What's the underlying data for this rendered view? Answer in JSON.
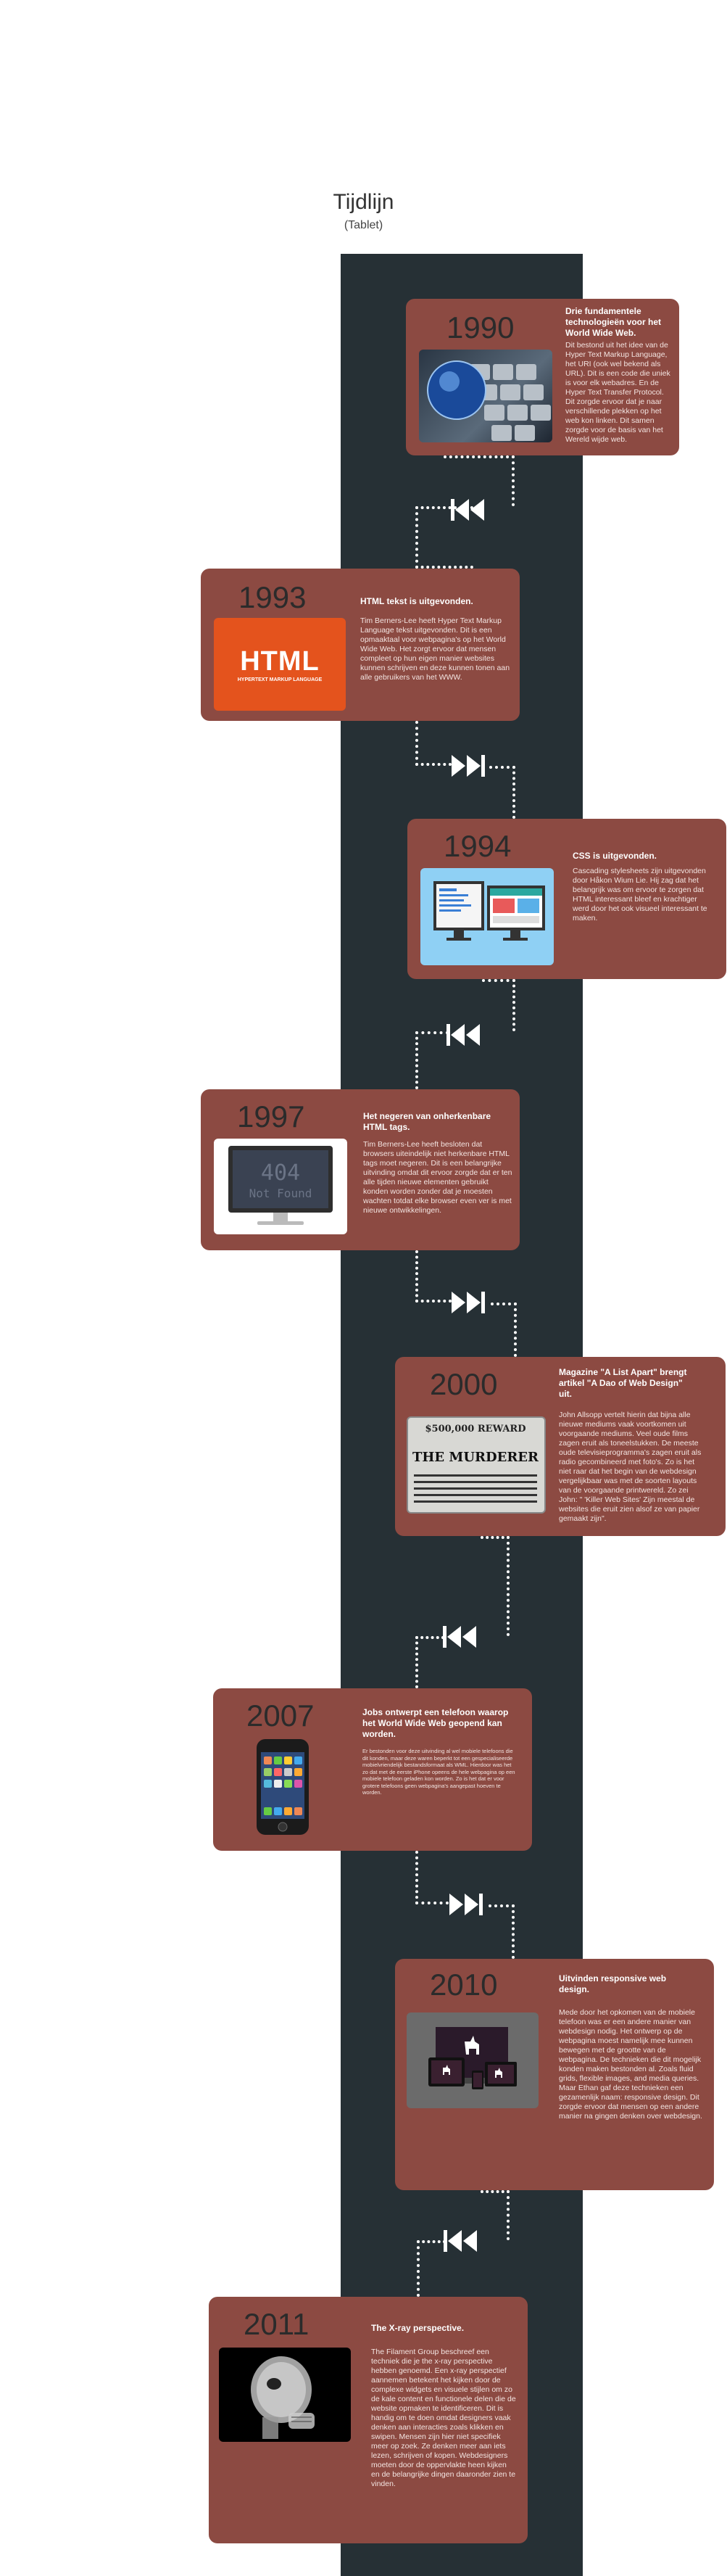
{
  "page": {
    "title": "Tijdlijn",
    "subtitle": "(Tablet)"
  },
  "colors": {
    "background": "#ffffff",
    "spine": "#263035",
    "card": "#8c4a42",
    "year_text": "#2b2b2b",
    "card_text": "#ffffff"
  },
  "events": [
    {
      "year": "1990",
      "heading": "Drie fundamentele technologieën voor het World Wide Web.",
      "body": "Dit bestond uit het idee van de Hyper Text Markup Language, het URI (ook wel bekend als URL). Dit is een code die uniek is voor elk webadres. En de Hyper Text Transfer Protocol. Dit zorgde ervoor dat je naar verschillende plekken op het web kon linken. Dit samen zorgde voor de basis van het Wereld wijde web.",
      "image": "keyboard-globe"
    },
    {
      "year": "1993",
      "heading": "HTML tekst is uitgevonden.",
      "body": "Tim Berners-Lee heeft Hyper Text Markup Language tekst uitgevonden. Dit is een opmaaktaal voor webpagina's op het World Wide Web. Het zorgt ervoor dat mensen compleet op hun eigen manier websites kunnen schrijven en deze kunnen tonen aan alle gebruikers van het WWW.",
      "image": "html-logo",
      "image_text": "HTML",
      "image_subtext": "HYPERTEXT MARKUP LANGUAGE"
    },
    {
      "year": "1994",
      "heading": "CSS is uitgevonden.",
      "body": "Cascading stylesheets zijn uitgevonden door Håkon Wium Lie. Hij zag dat het belangrijk was om ervoor te zorgen dat HTML interessant bleef en krachtiger werd door het ook visueel interessant te maken.",
      "image": "css-screens"
    },
    {
      "year": "1997",
      "heading": "Het negeren van onherkenbare HTML tags.",
      "body": "Tim Berners-Lee heeft besloten dat browsers uiteindelijk niet herkenbare HTML tags moet negeren. Dit is een belangrijke uitvinding omdat dit ervoor zorgde dat er ten alle tijden nieuwe elementen gebruikt konden worden zonder dat je moesten wachten totdat elke browser even ver is met nieuwe ontwikkelingen.",
      "image": "monitor-404",
      "image_text": "404",
      "image_subtext": "Not Found"
    },
    {
      "year": "2000",
      "heading": "Magazine \"A List Apart\" brengt artikel \"A Dao of Web Design\" uit.",
      "body": "John Allsopp vertelt hierin dat bijna alle nieuwe mediums vaak voortkomen uit voorgaande mediums. Veel oude films zagen eruit als toneelstukken. De meeste oude televisieprogramma's zagen eruit als radio gecombineerd met foto's. Zo is het niet raar dat het begin van de webdesign vergelijkbaar was met de soorten layouts van de voorgaande printwereld. Zo zei John: \" 'Killer Web Sites' Zijn meestal de websites die eruit zien alsof ze van papier gemaakt zijn\".",
      "image": "newspaper",
      "image_text": "$500,000 REWARD",
      "image_subtext": "THE MURDERER"
    },
    {
      "year": "2007",
      "heading": "Jobs ontwerpt een telefoon waarop het World Wide Web geopend kan worden.",
      "body": "Er bestonden voor deze uitvinding al wel mobiele telefoons die dit konden, maar deze waren beperkt tot een gespecialiseerde mobielvriendelijk bestandsformaat als WML. Hierdoor was het zo dat met de eerste iPhone opeens de hele webpagina op een mobiele telefoon geladen kon worden. Zo is het dat er voor grotere telefoons geen webpagina's aangepast hoeven te worden.",
      "image": "iphone"
    },
    {
      "year": "2010",
      "heading": "Uitvinden responsive web design.",
      "body": "Mede door het opkomen van de mobiele telefoon was er een andere manier van webdesign nodig. Het ontwerp op de webpagina moest namelijk mee kunnen bewegen met de grootte van de webpagina. De technieken die dit mogelijk konden maken bestonden al. Zoals fluid grids, flexible images, and media queries. Maar Ethan gaf deze technieken een gezamenlijk naam: responsive design. Dit zorgde ervoor dat mensen op een andere manier na gingen denken over webdesign.",
      "image": "responsive-devices"
    },
    {
      "year": "2011",
      "heading": "The X-ray perspective.",
      "body": "The Filament Group beschreef een techniek die je the x-ray perspective hebben genoemd. Een x-ray perspectief aannemen betekent het kijken door de complexe widgets en visuele stijlen om zo de kale content en functionele delen die de website opmaken te identificeren. Dit is handig om te doen omdat designers vaak denken aan interacties zoals klikken en swipen. Mensen zijn hier niet specifiek meer op zoek. Ze denken meer aan iets lezen, schrijven of kopen. Webdesigners moeten door de oppervlakte heen kijken en de belangrijke dingen daaronder zien te vinden.",
      "image": "xray-head"
    }
  ]
}
